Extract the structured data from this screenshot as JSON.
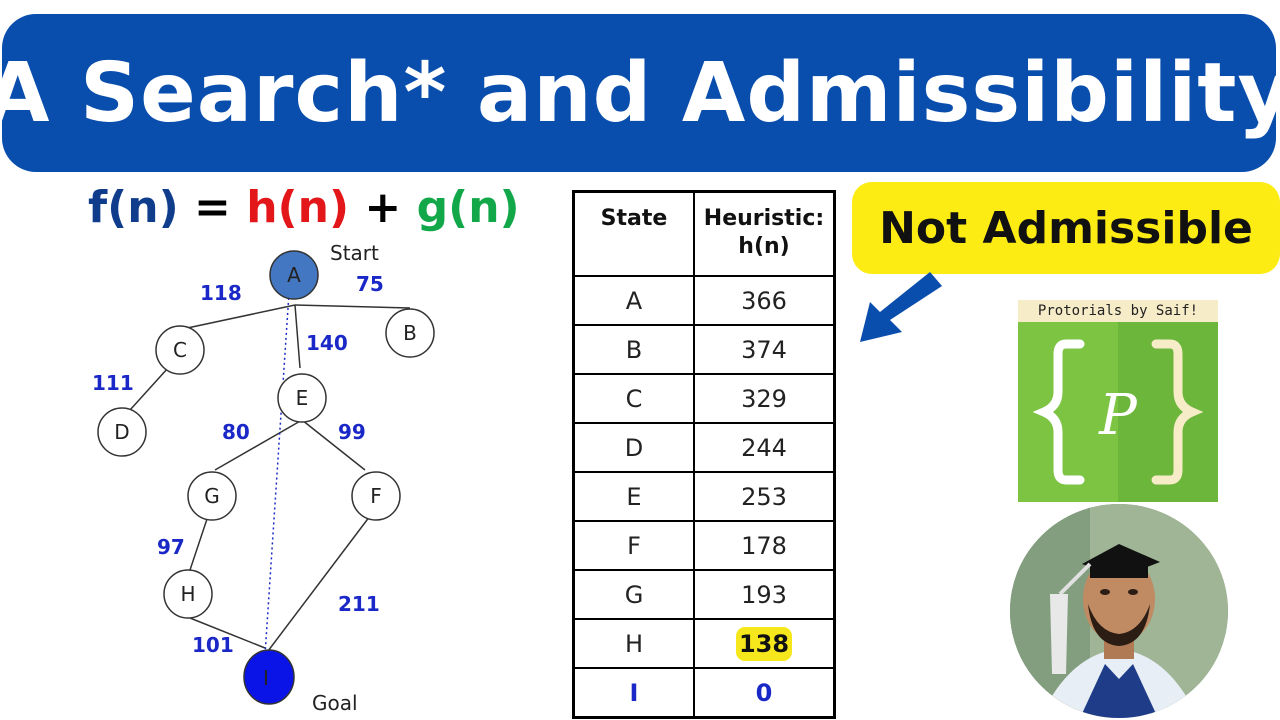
{
  "title": "A Search* and Admissibility",
  "formula": {
    "lhs": "f(n)",
    "eq": " = ",
    "h": "h(n)",
    "plus": " + ",
    "g": "g(n)"
  },
  "tree": {
    "start_caption": "Start",
    "goal_caption": "Goal",
    "nodes": [
      "A",
      "B",
      "C",
      "D",
      "E",
      "F",
      "G",
      "H",
      "I"
    ],
    "edge_weights": {
      "A_C": "118",
      "A_B": "75",
      "A_E": "140",
      "C_D": "111",
      "E_G": "80",
      "E_F": "99",
      "G_H": "97",
      "F_I": "211",
      "H_I": "101"
    }
  },
  "table": {
    "header_state": "State",
    "header_heuristic_line1": "Heuristic:",
    "header_heuristic_line2": "h(n)",
    "rows": [
      {
        "state": "A",
        "h": "366"
      },
      {
        "state": "B",
        "h": "374"
      },
      {
        "state": "C",
        "h": "329"
      },
      {
        "state": "D",
        "h": "244"
      },
      {
        "state": "E",
        "h": "253"
      },
      {
        "state": "F",
        "h": "178"
      },
      {
        "state": "G",
        "h": "193"
      },
      {
        "state": "H",
        "h": "138"
      },
      {
        "state": "I",
        "h": "0"
      }
    ],
    "highlight_color": "#f6e71c"
  },
  "badge": {
    "text": "Not Admissible",
    "color": "#fcec14"
  },
  "logo": {
    "caption": "Protorials by Saif!",
    "letter": "P"
  },
  "colors": {
    "banner": "#0a4ead",
    "formula_f": "#0f3d8c",
    "formula_h": "#e3161a",
    "formula_g": "#12a84a",
    "edge_weight": "#1a28c7",
    "arrow": "#0a4ead"
  }
}
